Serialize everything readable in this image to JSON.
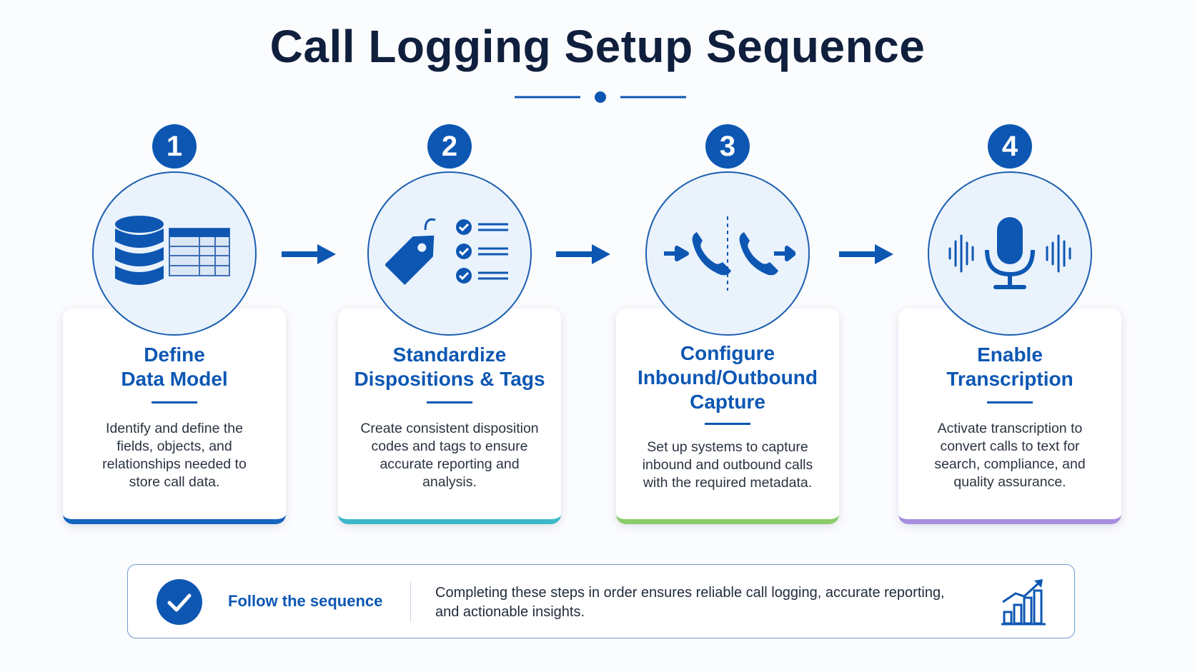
{
  "title": "Call Logging Setup Sequence",
  "steps": [
    {
      "number": "1",
      "heading": [
        "Define",
        "Data Model"
      ],
      "description": [
        "Identify and define the",
        "fields, objects, and",
        "relationships needed to",
        "store call data."
      ],
      "accent": "#1565c0",
      "icon": "database-table-icon"
    },
    {
      "number": "2",
      "heading": [
        "Standardize",
        "Dispositions & Tags"
      ],
      "description": [
        "Create consistent disposition",
        "codes and tags to ensure",
        "accurate reporting and",
        "analysis."
      ],
      "accent": "#3bb8c8",
      "icon": "tag-checklist-icon"
    },
    {
      "number": "3",
      "heading": [
        "Configure",
        "Inbound/Outbound",
        "Capture"
      ],
      "description": [
        "Set up systems to capture",
        "inbound and outbound calls",
        "with the required metadata."
      ],
      "accent": "#8ccb6a",
      "icon": "inbound-outbound-call-icon"
    },
    {
      "number": "4",
      "heading": [
        "Enable",
        "Transcription"
      ],
      "description": [
        "Activate transcription to",
        "convert calls to text for",
        "search, compliance, and",
        "quality assurance."
      ],
      "accent": "#a88ee0",
      "icon": "microphone-soundwave-icon"
    }
  ],
  "footer": {
    "label": "Follow the sequence",
    "text": [
      "Completing these steps in order ensures reliable call logging, accurate reporting,",
      "and actionable insights."
    ]
  },
  "colors": {
    "primary": "#0d57b3",
    "title": "#0f1f3d",
    "circle_fill": "#eaf2fc"
  }
}
